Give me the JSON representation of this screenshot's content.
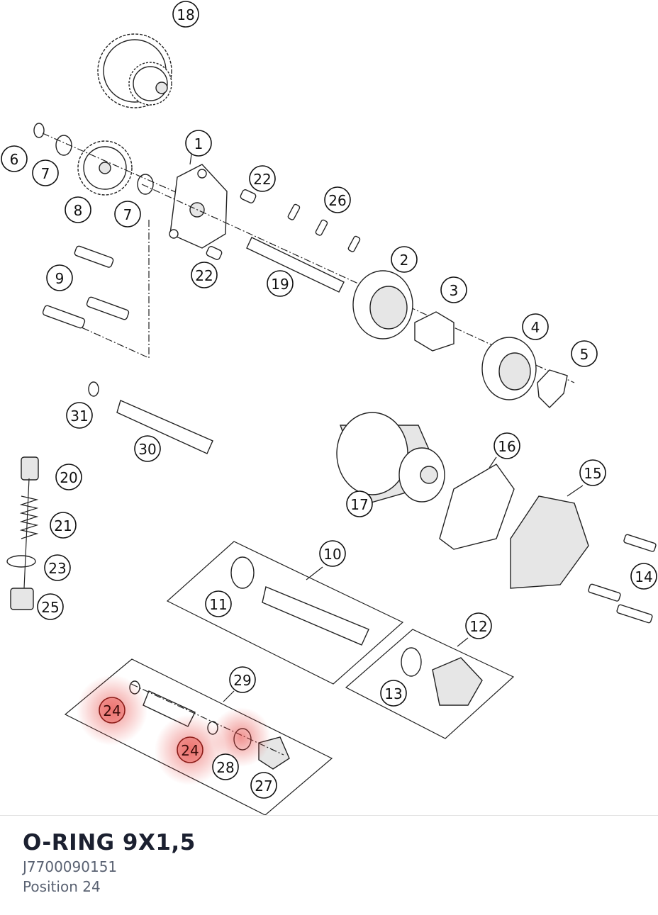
{
  "diagram": {
    "callouts": [
      "18",
      "1",
      "6",
      "7",
      "22",
      "26",
      "8",
      "7",
      "9",
      "22",
      "19",
      "2",
      "3",
      "4",
      "5",
      "31",
      "30",
      "16",
      "15",
      "20",
      "21",
      "17",
      "23",
      "10",
      "14",
      "11",
      "25",
      "12",
      "29",
      "13",
      "24",
      "24",
      "28",
      "27"
    ],
    "highlight_color": "#e53935"
  },
  "selected_part": {
    "name": "O-RING 9X1,5",
    "part_number": "J7700090151",
    "position": "Position 24"
  }
}
